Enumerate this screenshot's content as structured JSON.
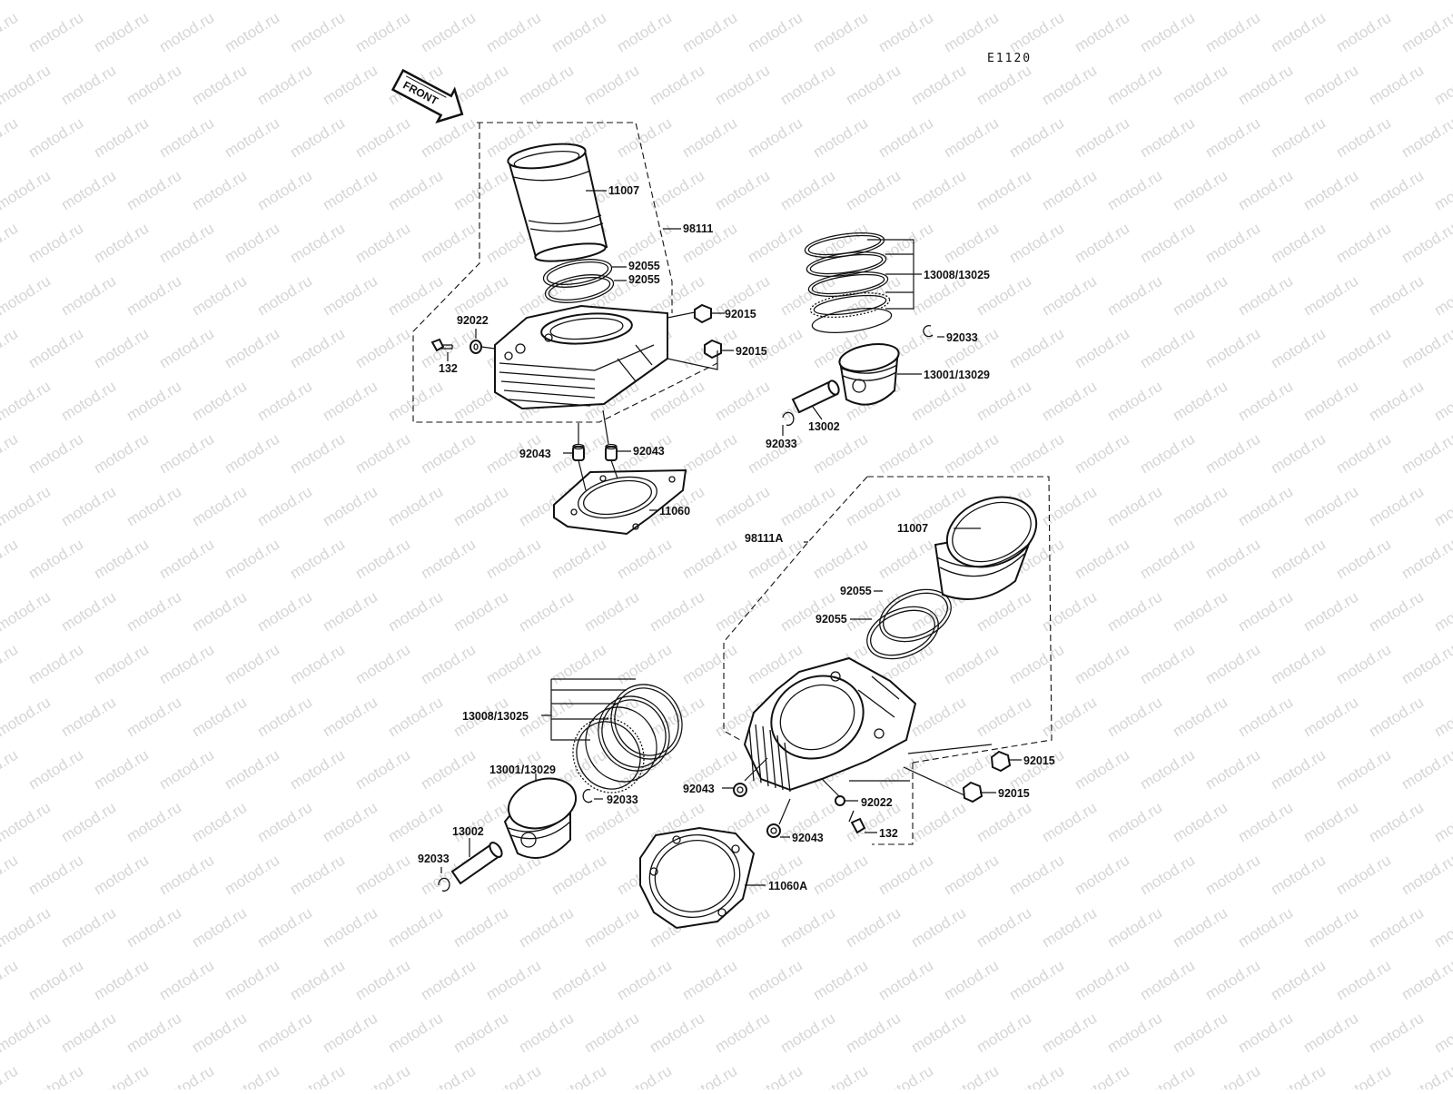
{
  "diagram": {
    "code": "E1120",
    "front_label": "FRONT",
    "watermark": "motod.ru",
    "labels": {
      "rear_liner": "11007",
      "rear_assy": "98111",
      "rear_oring_1": "92055",
      "rear_oring_2": "92055",
      "rear_cap_1": "92015",
      "rear_cap_2": "92015",
      "rear_washer": "92022",
      "rear_bolt": "132",
      "rear_dowel_l": "92043",
      "rear_dowel_r": "92043",
      "rear_gasket": "11060",
      "rear_rings": "13008/13025",
      "rear_clip_1": "92033",
      "rear_piston": "13001/13029",
      "rear_pin": "13002",
      "rear_clip_2": "92033",
      "front_assy": "98111A",
      "front_liner": "11007",
      "front_oring_1": "92055",
      "front_oring_2": "92055",
      "front_rings": "13008/13025",
      "front_piston": "13001/13029",
      "front_clip_1": "92033",
      "front_pin": "13002",
      "front_clip_2": "92033",
      "front_dowel_l": "92043",
      "front_dowel_r": "92043",
      "front_washer": "92022",
      "front_bolt": "132",
      "front_cap_1": "92015",
      "front_cap_2": "92015",
      "front_gasket": "11060A"
    }
  }
}
